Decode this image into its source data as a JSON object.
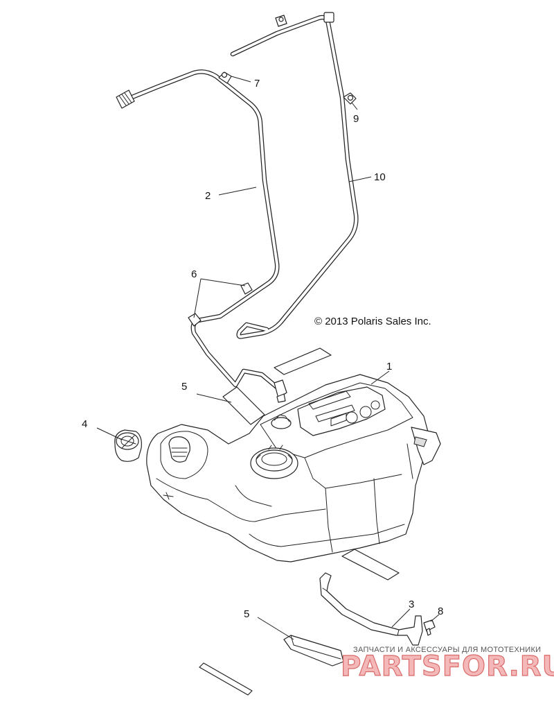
{
  "copyright": "© 2013 Polaris Sales Inc.",
  "callouts": {
    "tank": "1",
    "hose_left": "2",
    "bracket": "3",
    "cap": "4",
    "pad_upper": "5",
    "pad_lower": "5",
    "clamp_pair": "6",
    "clip_upper": "7",
    "bolt": "8",
    "clip_right": "9",
    "hose_right": "10"
  },
  "watermark": {
    "tagline": "ЗАПЧАСТИ И АКСЕССУАРЫ ДЛЯ МОТОТЕХНИКИ",
    "logo": "PARTSFOR.RU"
  }
}
